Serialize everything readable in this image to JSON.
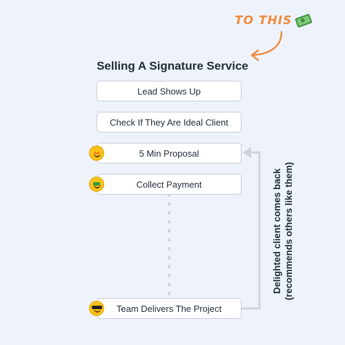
{
  "annotation": {
    "text": "TO THIS",
    "icon": "money-icon"
  },
  "title": "Selling A Signature Service",
  "steps": [
    {
      "label": "Lead Shows Up"
    },
    {
      "label": "Check If They Are Ideal Client"
    },
    {
      "label": "5 Min Proposal",
      "icon": "star-struck-emoji-icon"
    },
    {
      "label": "Collect Payment",
      "icon": "money-mouth-emoji-icon"
    },
    {
      "label": "Team Delivers The Project",
      "icon": "sunglasses-emoji-icon"
    }
  ],
  "loop": {
    "line1": "Delighted client comes back",
    "line2": "(recommends others like them)"
  },
  "colors": {
    "background": "#eef3fb",
    "annotation": "#f08a3c",
    "connector": "#cfd4db",
    "box_border": "#c7ccd4"
  }
}
